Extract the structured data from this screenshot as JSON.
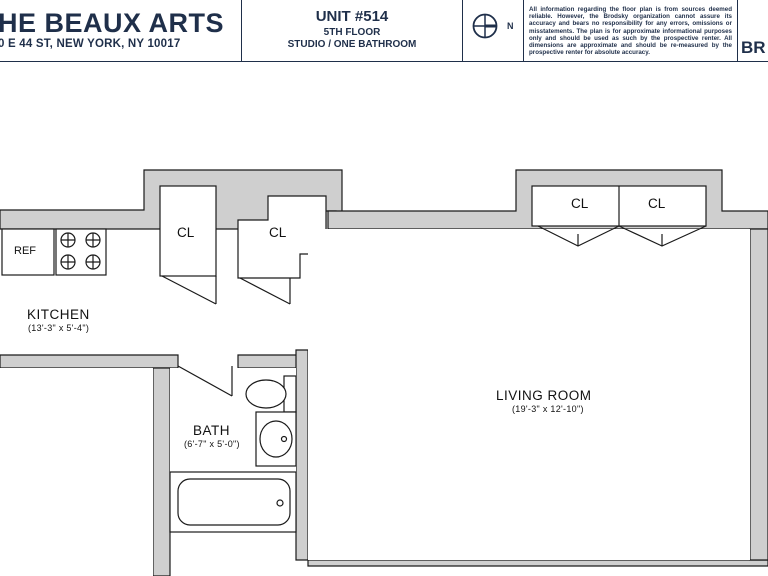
{
  "header": {
    "building_name": "HE BEAUX ARTS",
    "address": "0 E 44 ST, NEW YORK, NY 10017",
    "unit_title": "UNIT #514",
    "floor": "5TH FLOOR",
    "layout": "STUDIO / ONE BATHROOM",
    "compass_label": "N",
    "disclaimer": "All information regarding the floor plan is from sources deemed reliable. However, the Brodsky organization cannot assure its accuracy and bears no responsibility for any errors, omissions or misstatements. The plan is for approximate informational purposes only and should be used as such by the prospective renter. All dimensions are approximate and should be re-measured by the prospective renter for absolute accuracy.",
    "logo_text": "BR"
  },
  "rooms": {
    "kitchen": {
      "name": "KITCHEN",
      "dims": "(13'-3\" x 5'-4\")"
    },
    "bath": {
      "name": "BATH",
      "dims": "(6'-7\" x 5'-0\")"
    },
    "living": {
      "name": "LIVING ROOM",
      "dims": "(19'-3\" x 12'-10\")"
    }
  },
  "fixtures": {
    "ref": "REF",
    "closet": "CL"
  },
  "colors": {
    "wall": "#cfcfcf",
    "line": "#1a1a1a",
    "brand": "#1f2f4a"
  }
}
